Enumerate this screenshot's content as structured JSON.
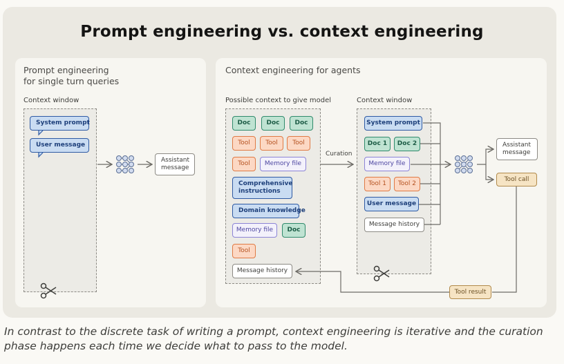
{
  "title": "Prompt engineering vs. context engineering",
  "left_panel": {
    "title": "Prompt engineering\nfor single turn queries",
    "context_window_label": "Context window",
    "system_prompt": "System prompt",
    "user_message": "User message",
    "assistant_message": "Assistant message"
  },
  "right_panel": {
    "title": "Context engineering for agents",
    "possible_label": "Possible context to give model",
    "context_window_label": "Context window",
    "curation_label": "Curation",
    "doc": "Doc",
    "tool": "Tool",
    "memory_file": "Memory file",
    "comprehensive_instructions": "Comprehensive instructions",
    "domain_knowledge": "Domain knowledge",
    "message_history": "Message history",
    "system_prompt": "System prompt",
    "doc1": "Doc 1",
    "doc2": "Doc 2",
    "tool1": "Tool 1",
    "tool2": "Tool 2",
    "user_message": "User message",
    "assistant_message": "Assistant message",
    "tool_call": "Tool call",
    "tool_result": "Tool result"
  },
  "caption": "In contrast to the discrete task of writing a prompt, context engineering is iterative and the curation phase happens each time we decide what to pass to the model.",
  "icons": [
    "scissors-icon",
    "neural-network-icon"
  ]
}
